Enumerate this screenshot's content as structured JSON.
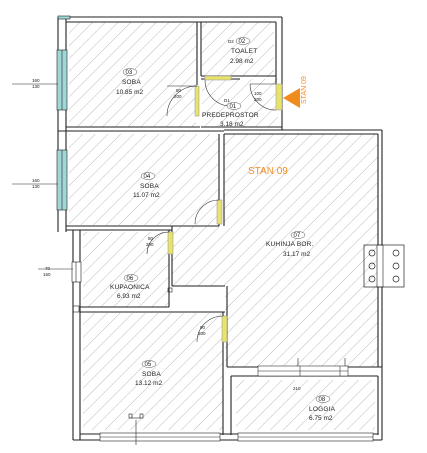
{
  "plan": {
    "unit_title": "STAN 09",
    "entrance_label": "STAN 09",
    "accent_color": "#f08c1e",
    "window_color": "#9fd8d6",
    "frame_color": "#e8e36a",
    "hatch_color": "#555555",
    "wall_color": "#222222"
  },
  "rooms": [
    {
      "id": "room-soba-03",
      "number": "03",
      "name": "SOBA",
      "area": "10.85 m2"
    },
    {
      "id": "room-toalet-02",
      "number": "02",
      "name": "TOALET",
      "area": "2.98 m2"
    },
    {
      "id": "room-predeprostor-01",
      "number": "01",
      "name": "PREDEPROSTOR",
      "area": "3.18 m2"
    },
    {
      "id": "room-soba-04",
      "number": "04",
      "name": "SOBA",
      "area": "11.07 m2"
    },
    {
      "id": "room-kuhinja-07",
      "number": "07",
      "name": "KUHINJA BOR.",
      "area": "31.17 m2"
    },
    {
      "id": "room-kupaonica-06",
      "number": "06",
      "name": "KUPAONICA",
      "area": "6.93 m2"
    },
    {
      "id": "room-soba-05",
      "number": "05",
      "name": "SOBA",
      "area": "13.12 m2"
    },
    {
      "id": "room-loggia-08",
      "number": "08",
      "name": "LOGGIA",
      "area": "6.75 m2"
    }
  ],
  "dimensions": {
    "window_soba_03": [
      "160",
      "130"
    ],
    "window_soba_04": [
      "160",
      "130"
    ],
    "window_kupaonica": [
      "70",
      "160"
    ],
    "door_soba_03": [
      "80",
      "200"
    ],
    "door_entrance": [
      "100",
      "200"
    ],
    "door_kuhinja": [
      "80",
      "200"
    ],
    "door_soba_05": [
      "90",
      "200"
    ],
    "door_loggia": "210",
    "door_02": "D2",
    "door_01": "D1"
  }
}
